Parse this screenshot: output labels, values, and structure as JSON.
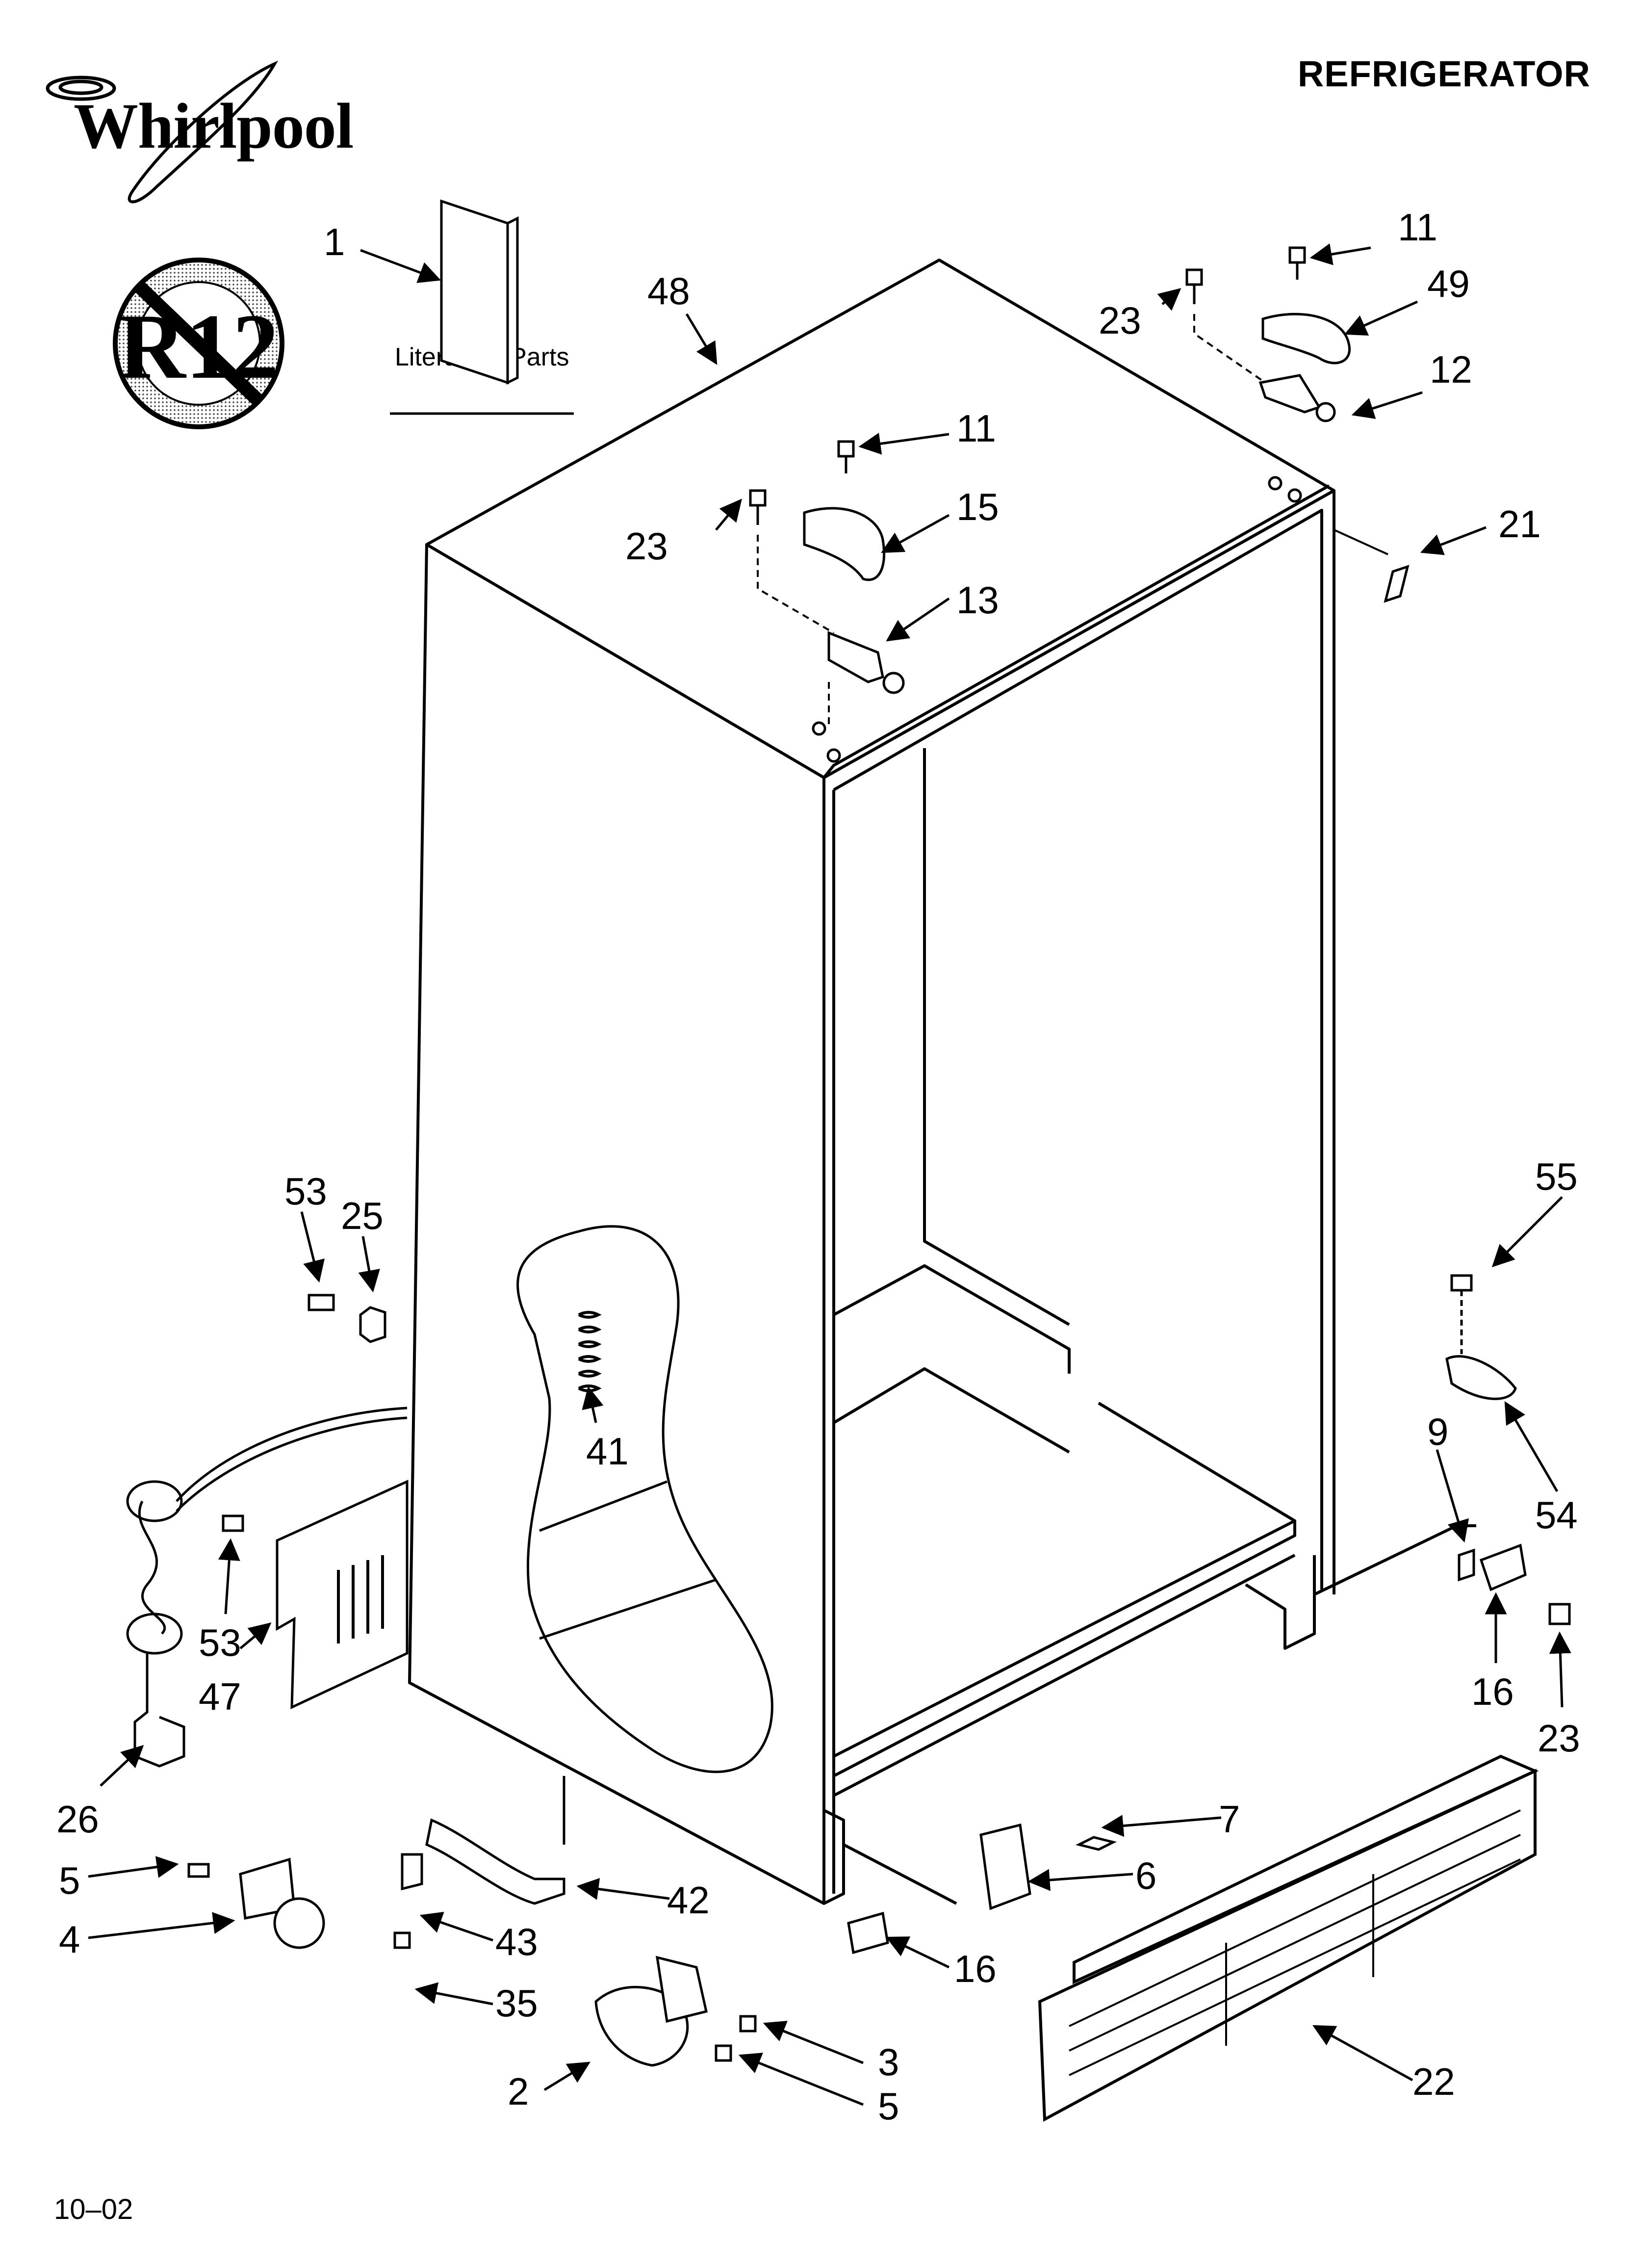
{
  "header": {
    "brand": "Whirlpool",
    "title": "REFRIGERATOR",
    "badge": "R12"
  },
  "literature": {
    "label": "Literature Parts"
  },
  "footer": {
    "date_code": "10–02"
  },
  "callouts": [
    {
      "id": "c1",
      "text": "1"
    },
    {
      "id": "c48",
      "text": "48"
    },
    {
      "id": "c11a",
      "text": "11"
    },
    {
      "id": "c23a",
      "text": "23"
    },
    {
      "id": "c49",
      "text": "49"
    },
    {
      "id": "c12",
      "text": "12"
    },
    {
      "id": "c11b",
      "text": "11"
    },
    {
      "id": "c23b",
      "text": "23"
    },
    {
      "id": "c15",
      "text": "15"
    },
    {
      "id": "c13",
      "text": "13"
    },
    {
      "id": "c21",
      "text": "21"
    },
    {
      "id": "c53a",
      "text": "53"
    },
    {
      "id": "c25",
      "text": "25"
    },
    {
      "id": "c41",
      "text": "41"
    },
    {
      "id": "c55",
      "text": "55"
    },
    {
      "id": "c9",
      "text": "9"
    },
    {
      "id": "c54",
      "text": "54"
    },
    {
      "id": "c53b",
      "text": "53"
    },
    {
      "id": "c47",
      "text": "47"
    },
    {
      "id": "c16a",
      "text": "16"
    },
    {
      "id": "c23c",
      "text": "23"
    },
    {
      "id": "c26",
      "text": "26"
    },
    {
      "id": "c7",
      "text": "7"
    },
    {
      "id": "c5a",
      "text": "5"
    },
    {
      "id": "c6",
      "text": "6"
    },
    {
      "id": "c42",
      "text": "42"
    },
    {
      "id": "c4",
      "text": "4"
    },
    {
      "id": "c43",
      "text": "43"
    },
    {
      "id": "c16b",
      "text": "16"
    },
    {
      "id": "c35",
      "text": "35"
    },
    {
      "id": "c22",
      "text": "22"
    },
    {
      "id": "c3",
      "text": "3"
    },
    {
      "id": "c2",
      "text": "2"
    },
    {
      "id": "c5b",
      "text": "5"
    }
  ]
}
